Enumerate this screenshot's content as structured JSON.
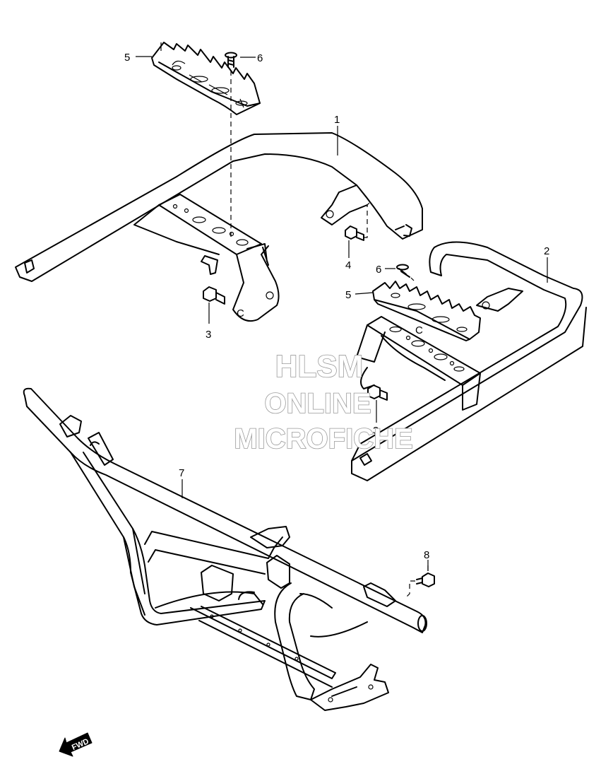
{
  "callouts": [
    "1",
    "2",
    "3",
    "3",
    "4",
    "5",
    "5",
    "6",
    "6",
    "7",
    "8"
  ],
  "watermark": {
    "line1": "HLSM",
    "line2": "ONLINE",
    "line3": "MICROFICHE"
  },
  "fwd_label": "FWD",
  "colors": {
    "line": "#000000",
    "background": "#ffffff",
    "watermark_stroke": "#9a9a9a"
  }
}
